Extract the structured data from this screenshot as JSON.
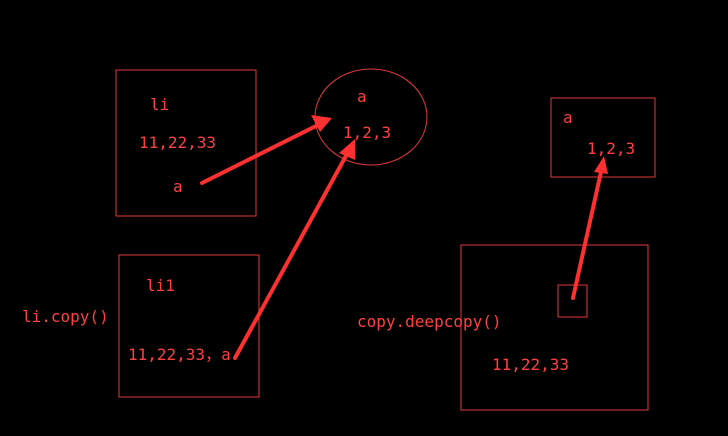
{
  "colors": {
    "background": "#000000",
    "outline": "#e03a3a",
    "text": "#ff4040",
    "arrow": "#ff3030"
  },
  "boxes": {
    "li": {
      "name": "li",
      "values": "11,22,33",
      "ref": "a"
    },
    "shared_object": {
      "name": "a",
      "values": "1,2,3"
    },
    "li1": {
      "name": "li1",
      "values": "11,22,33，a"
    },
    "deep_object": {
      "name": "a",
      "values": "1,2,3"
    },
    "deepcopy_box": {
      "values": "11,22,33"
    }
  },
  "labels": {
    "shallow_copy": "li.copy()",
    "deep_copy": "copy.deepcopy()"
  }
}
